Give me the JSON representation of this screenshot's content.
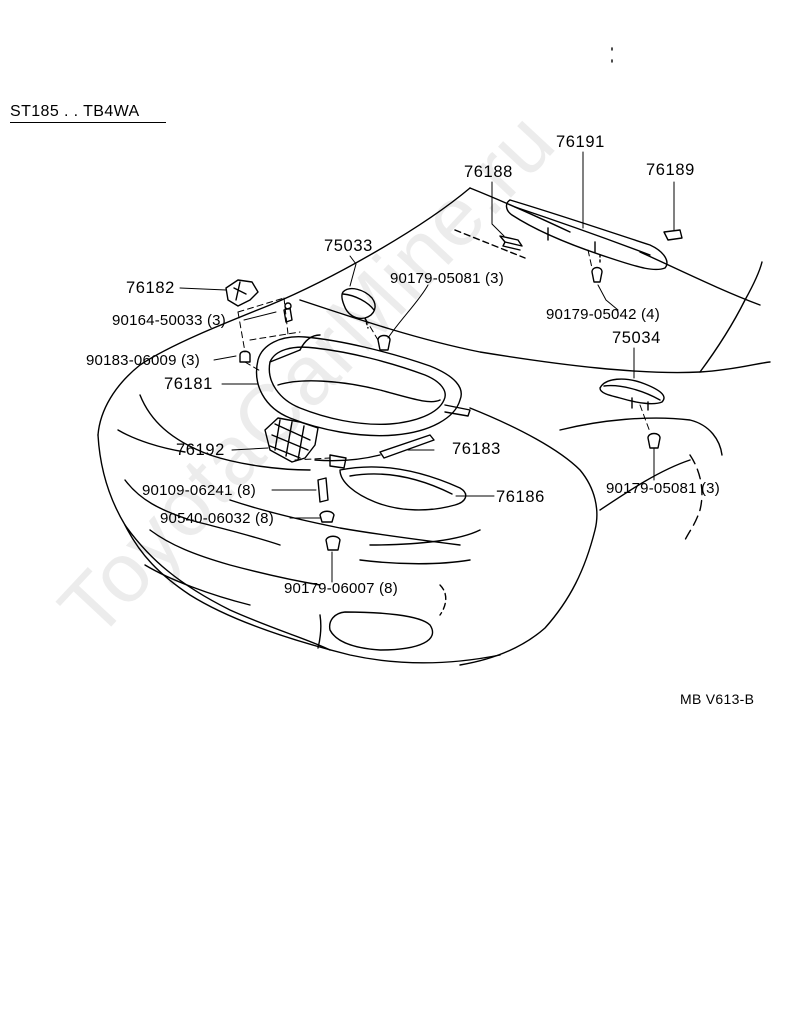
{
  "diagram": {
    "header": "ST185 . . TB4WA",
    "figure_code": "MB V613-B",
    "watermark": "ToyotaCarMine.ru",
    "parts": {
      "p76191": "76191",
      "p76188": "76188",
      "p76189": "76189",
      "p75033": "75033",
      "p90179_05081_a": "90179-05081 (3)",
      "p76182": "76182",
      "p90164_50033": "90164-50033 (3)",
      "p90179_05042": "90179-05042 (4)",
      "p90183_06009": "90183-06009 (3)",
      "p75034": "75034",
      "p76181": "76181",
      "p76192": "76192",
      "p76183": "76183",
      "p90109_06241": "90109-06241 (8)",
      "p90179_05081_b": "90179-05081 (3)",
      "p76186": "76186",
      "p90540_06032": "90540-06032 (8)",
      "p90179_06007": "90179-06007 (8)"
    }
  }
}
